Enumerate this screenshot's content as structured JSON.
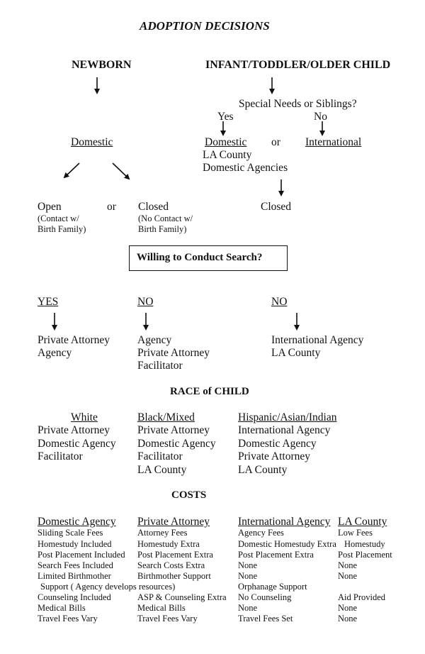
{
  "title": "ADOPTION DECISIONS",
  "top": {
    "newborn": "NEWBORN",
    "older": "INFANT/TODDLER/OLDER CHILD",
    "question": "Special Needs or Siblings?",
    "yes": "Yes",
    "no": "No",
    "domestic_left": "Domestic",
    "domestic_right": "Domestic",
    "or_mid": "or",
    "international": "International",
    "la_county": "LA County",
    "domestic_agencies": "Domestic Agencies",
    "closed_right": "Closed"
  },
  "open_closed": {
    "open": "Open",
    "open_sub1": "(Contact w/",
    "open_sub2": "Birth Family)",
    "or": "or",
    "closed": "Closed",
    "closed_sub1": "(No Contact w/",
    "closed_sub2": "Birth Family)"
  },
  "search_box": "Willing to Conduct Search?",
  "search": {
    "col1": {
      "head": "YES",
      "items": [
        "Private Attorney",
        "Agency"
      ]
    },
    "col2": {
      "head": "NO",
      "items": [
        "Agency",
        "Private Attorney",
        "Facilitator"
      ]
    },
    "col3": {
      "head": "NO",
      "items": [
        "International Agency",
        "LA County"
      ]
    }
  },
  "race": {
    "heading": "RACE of CHILD",
    "col1": {
      "head": "White",
      "items": [
        "Private Attorney",
        "Domestic Agency",
        "Facilitator"
      ]
    },
    "col2": {
      "head": "Black/Mixed",
      "items": [
        "Private Attorney",
        "Domestic Agency",
        "Facilitator",
        "LA County"
      ]
    },
    "col3": {
      "head": "Hispanic/Asian/Indian",
      "items": [
        "International Agency",
        "Domestic Agency",
        "Private Attorney",
        "LA County"
      ]
    }
  },
  "costs": {
    "heading": "COSTS",
    "col1": {
      "head": "Domestic Agency",
      "items": [
        "Sliding Scale Fees",
        "Homestudy Included",
        "Post Placement Included",
        "Search Fees Included",
        "Limited Birthmother",
        "Support ( Agency develops resources)",
        "Counseling Included",
        "Medical Bills",
        "Travel Fees Vary"
      ]
    },
    "col2": {
      "head": "Private Attorney",
      "items": [
        "Attorney Fees",
        "Homestudy Extra",
        "Post Placement Extra",
        "Search Costs Extra",
        "Birthmother Support",
        "ASP & Counseling Extra",
        "Medical Bills",
        "Travel Fees Vary"
      ]
    },
    "col3": {
      "head": "International Agency",
      "items": [
        "Agency Fees",
        "Domestic Homestudy Extra",
        "Post Placement Extra",
        "None",
        "None",
        "Orphanage Support",
        "No Counseling",
        "None",
        "Travel Fees Set"
      ]
    },
    "col4": {
      "head": "LA County",
      "items": [
        "Low Fees",
        "Homestudy",
        "Post Placement",
        "None",
        "None",
        "Aid Provided",
        "None",
        "None"
      ]
    }
  }
}
